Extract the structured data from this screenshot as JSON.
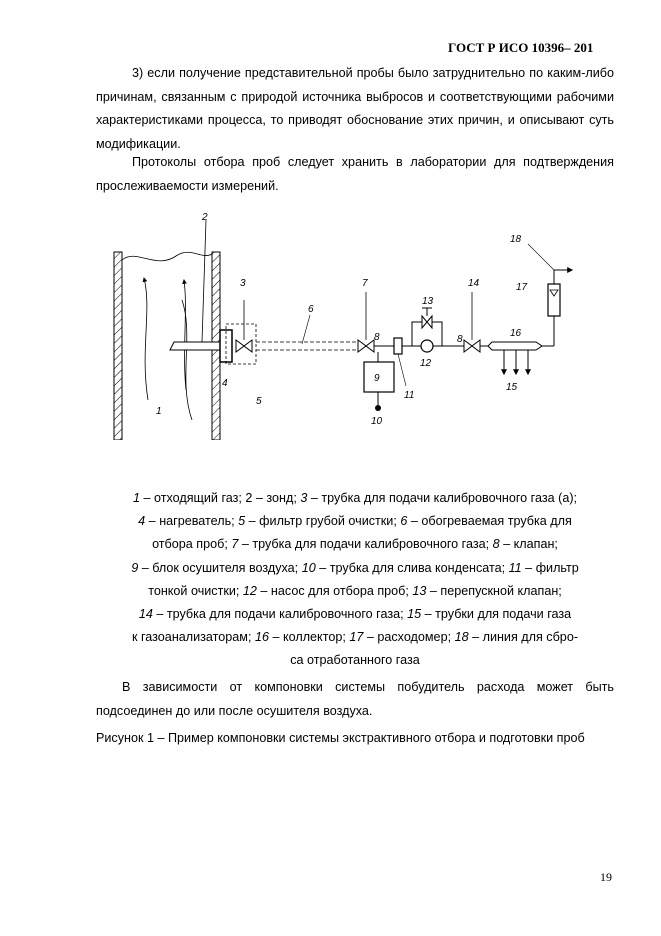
{
  "header": "ГОСТ Р ИСО 10396– 201",
  "paragraphs": {
    "p1": "3) если получение представительной пробы было затруднительно по каким-либо причинам, связанным с природой источника выбросов и соответствующими рабочими характеристиками процесса, то приводят обоснование этих причин, и описывают суть  модификации.",
    "p2": "Протоколы отбора проб следует хранить в лаборатории для подтверждения прослеживаемости измерений.",
    "p4": "В зависимости от компоновки системы побудитель расхода может быть подсоединен до или после осушителя воздуха.",
    "p5": "Рисунок 1 – Пример компоновки системы экстрактивного отбора и подготовки проб"
  },
  "figure_labels": {
    "l1": "1",
    "l2": "2",
    "l3": "3",
    "l4": "4",
    "l5": "5",
    "l6": "6",
    "l7": "7",
    "l8a": "8",
    "l8b": "8",
    "l9": "9",
    "l10": "10",
    "l11": "11",
    "l12": "12",
    "l13": "13",
    "l14": "14",
    "l15": "15",
    "l16": "16",
    "l17": "17",
    "l18": "18"
  },
  "legend": [
    {
      "n": "1",
      "t": " – отходящий газ; 2 – зонд; "
    },
    {
      "n": "3",
      "t": " – трубка для подачи калибровочного газа (а);"
    },
    {
      "n": "4",
      "t": "  – нагреватель; "
    },
    {
      "n": "5",
      "t": " – фильтр грубой очистки; "
    },
    {
      "n": "6",
      "t": " – обогреваемая трубка для"
    },
    {
      "n": "",
      "t": "отбора проб; "
    },
    {
      "n": "7",
      "t": " – трубка для подачи калибровочного газа; "
    },
    {
      "n": "8",
      "t": " – клапан;"
    },
    {
      "n": "9",
      "t": " – блок осушителя воздуха; "
    },
    {
      "n": "10",
      "t": " – трубка для слива конденсата; "
    },
    {
      "n": "11",
      "t": " – фильтр"
    },
    {
      "n": "",
      "t": "тонкой очистки; "
    },
    {
      "n": "12",
      "t": " – насос для отбора проб; "
    },
    {
      "n": "13",
      "t": " – перепускной клапан;"
    },
    {
      "n": "14",
      "t": " – трубка для подачи калибровочного газа; "
    },
    {
      "n": "15",
      "t": " – трубки для подачи газа"
    },
    {
      "n": "",
      "t": "к газоанализаторам; "
    },
    {
      "n": "16",
      "t": " – коллектор;  "
    },
    {
      "n": "17",
      "t": " – расходомер; "
    },
    {
      "n": "18",
      "t": " – линия для сбро-"
    },
    {
      "n": "",
      "t": "са отработанного газа"
    }
  ],
  "page_number": "19"
}
